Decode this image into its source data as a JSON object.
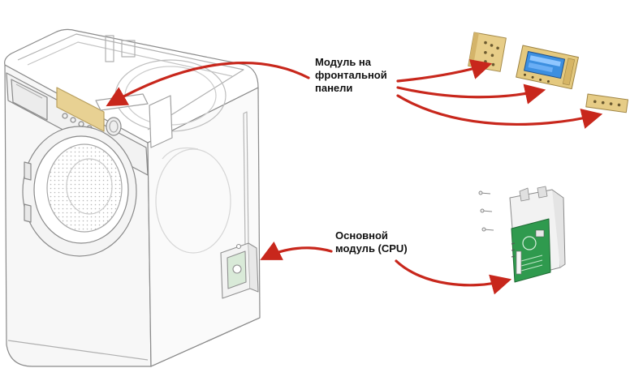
{
  "labels": {
    "front_module": {
      "line1": "Модуль на",
      "line2": "фронтальной",
      "line3": "панели"
    },
    "main_module": {
      "line1": "Основной",
      "line2": "модуль (CPU)"
    }
  },
  "colors": {
    "arrow": "#c8271c",
    "outline": "#8a8a8a",
    "pcb_gold": "#e2c47a",
    "pcb_green": "#2f9a4e",
    "display_blue": "#3c8fe0"
  },
  "icons": {
    "machine": "washing-machine-illustration",
    "front_boards": "control-board-icons",
    "cpu_board": "cpu-board-icon"
  }
}
